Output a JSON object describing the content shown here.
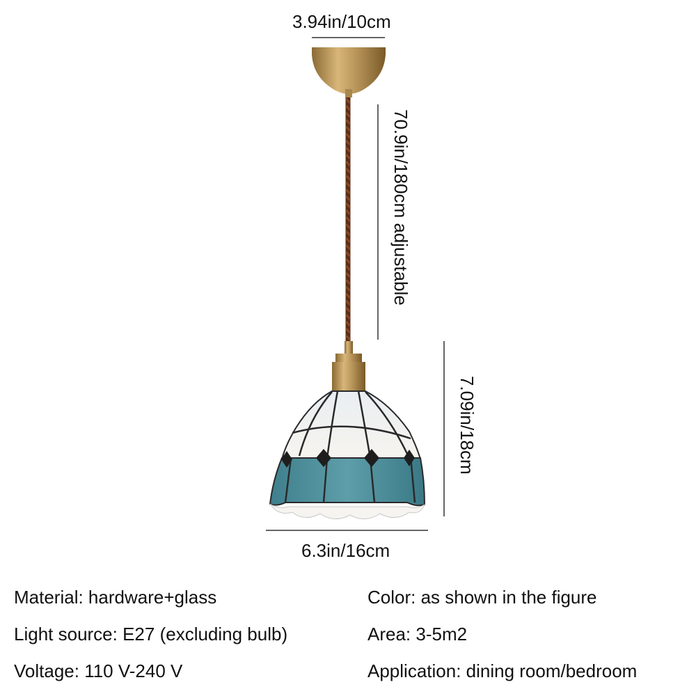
{
  "dimensions": {
    "canopy_width": "3.94in/10cm",
    "cord_length": "70.9in/180cm adjustable",
    "shade_height": "7.09in/18cm",
    "shade_width": "6.3in/16cm"
  },
  "specs": {
    "material": "Material: hardware+glass",
    "light_source": "Light source: E27 (excluding bulb)",
    "voltage": "Voltage: 110 V-240 V",
    "color": "Color: as shown in the figure",
    "area": "Area: 3-5m2",
    "application": "Application: dining room/bedroom"
  },
  "colors": {
    "brass": "#b8955a",
    "cord": "#6b3a1f",
    "glass_white": "#f3f1ee",
    "glass_blue": "#4f8f9c",
    "lead_lines": "#2a2a2a"
  }
}
